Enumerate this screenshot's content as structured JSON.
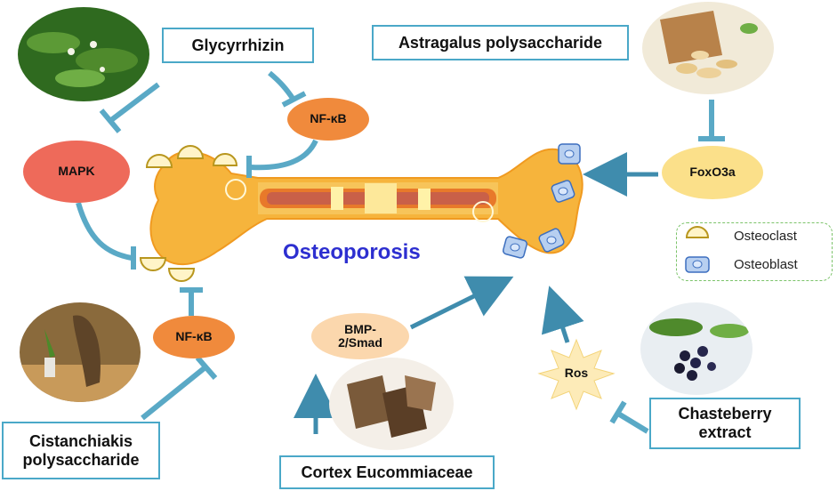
{
  "central": "Osteoporosis",
  "agents": {
    "glycyrrhizin": "Glycyrrhizin",
    "astragalus": "Astragalus polysaccharide",
    "cistanche_line1": "Cistanchiakis",
    "cistanche_line2": "polysaccharide",
    "eucommia": "Cortex Eucommiaceae",
    "chasteberry_line1": "Chasteberry",
    "chasteberry_line2": "extract"
  },
  "nodes": {
    "mapk": "MAPK",
    "nfkb_top": "NF-κB",
    "nfkb_bottom": "NF-κB",
    "foxo3a": "FoxO3a",
    "bmp_line1": "BMP-",
    "bmp_line2": "2/Smad",
    "ros": "Ros"
  },
  "legend": {
    "osteoclast": "Osteoclast",
    "osteoblast": "Osteoblast"
  },
  "colors": {
    "arrow": "#5aa9c6",
    "arrow_dark": "#3f8cad",
    "box_border": "#4aa8c8",
    "mapk": "#ee6a5a",
    "nfkb": "#f08a3c",
    "foxo3a": "#fbe08a",
    "bmp": "#fbd7ad",
    "ros": "#fdebb8",
    "bone": "#f6b43c",
    "title": "#2d2fd0"
  }
}
